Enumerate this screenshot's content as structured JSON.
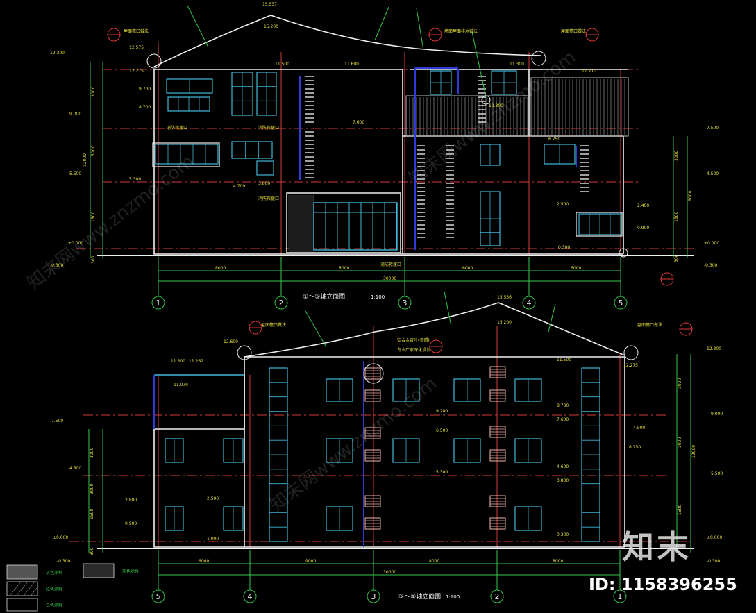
{
  "colors": {
    "background": "#000000",
    "axis_red": "#d23a3a",
    "dim_green": "#34c74a",
    "wall_white": "#f0f0f0",
    "window_cyan": "#3fb8d8",
    "pipe_blue": "#2d3bd8",
    "label_yellow": "#e9e23b",
    "balloon_red": "#e03a3a",
    "vent_pink": "#f2b3a8"
  },
  "top_elevation": {
    "title": "①～⑤轴立面图",
    "scale": "1:100",
    "axes": [
      "1",
      "2",
      "3",
      "4",
      "5"
    ],
    "spans": [
      "8000",
      "8000",
      "6000",
      "6000"
    ],
    "total": "30000",
    "ridge_levels": [
      "15.537",
      "15.200"
    ],
    "left_levels": [
      "12.300",
      "9.000",
      "5.500",
      "±0.000",
      "-0.300"
    ],
    "right_levels": [
      "7.500",
      "4.500",
      "±0.000",
      "-0.300"
    ],
    "left_dims": [
      "3000",
      "3000",
      "1500",
      "300",
      "12000"
    ],
    "right_dims": [
      "3000",
      "1500",
      "300",
      "6000"
    ],
    "callouts": [
      "屋面檐口做法",
      "墙面屋面排水做法",
      "屋面檐口做法"
    ],
    "notes": [
      "消防救援口",
      "消防救援口",
      "消防救援口",
      "消防救援口"
    ],
    "marks": [
      "12.575",
      "12.275",
      "11.500",
      "11.600",
      "9.700",
      "8.700",
      "7.600",
      "5.300",
      "4.700",
      "3.800",
      "2.500",
      "0.900",
      "0.300",
      "6.750",
      "11.210",
      "11.300",
      "10.300",
      "2.400"
    ]
  },
  "bottom_elevation": {
    "title": "⑤～①轴立面图",
    "scale": "1:100",
    "axes": [
      "5",
      "4",
      "3",
      "2",
      "1"
    ],
    "spans": [
      "6000",
      "9000",
      "8000",
      "8000"
    ],
    "total": "30000",
    "ridge_levels": [
      "15.536",
      "15.200"
    ],
    "left_levels": [
      "7.500",
      "4.500",
      "±0.000",
      "-0.300"
    ],
    "right_levels": [
      "12.300",
      "9.000",
      "5.500",
      "±0.000",
      "-0.300"
    ],
    "left_dims": [
      "3000",
      "3000",
      "1500",
      "300"
    ],
    "right_dims": [
      "3000",
      "3000",
      "1500",
      "12000"
    ],
    "callouts": [
      "屋面檐口做法",
      "铝合金百叶(参照)",
      "专业厂家深化设计",
      "屋面檐口做法"
    ],
    "marks": [
      "12.600",
      "12.275",
      "11.500",
      "11.300",
      "11.262",
      "11.079",
      "8.700",
      "9.200",
      "7.600",
      "6.500",
      "5.300",
      "4.600",
      "3.800",
      "2.500",
      "1.000",
      "0.900",
      "0.300",
      "2.800",
      "6.750",
      "4.500"
    ]
  },
  "legend": [
    {
      "label": "灰色涂料"
    },
    {
      "label": "红色涂料"
    },
    {
      "label": "白色涂料"
    },
    {
      "label": "灰色涂料"
    }
  ],
  "brand": {
    "logo_text": "知末",
    "id_text": "ID: 1158396255",
    "watermark": "知末网www.znzmo.com"
  }
}
